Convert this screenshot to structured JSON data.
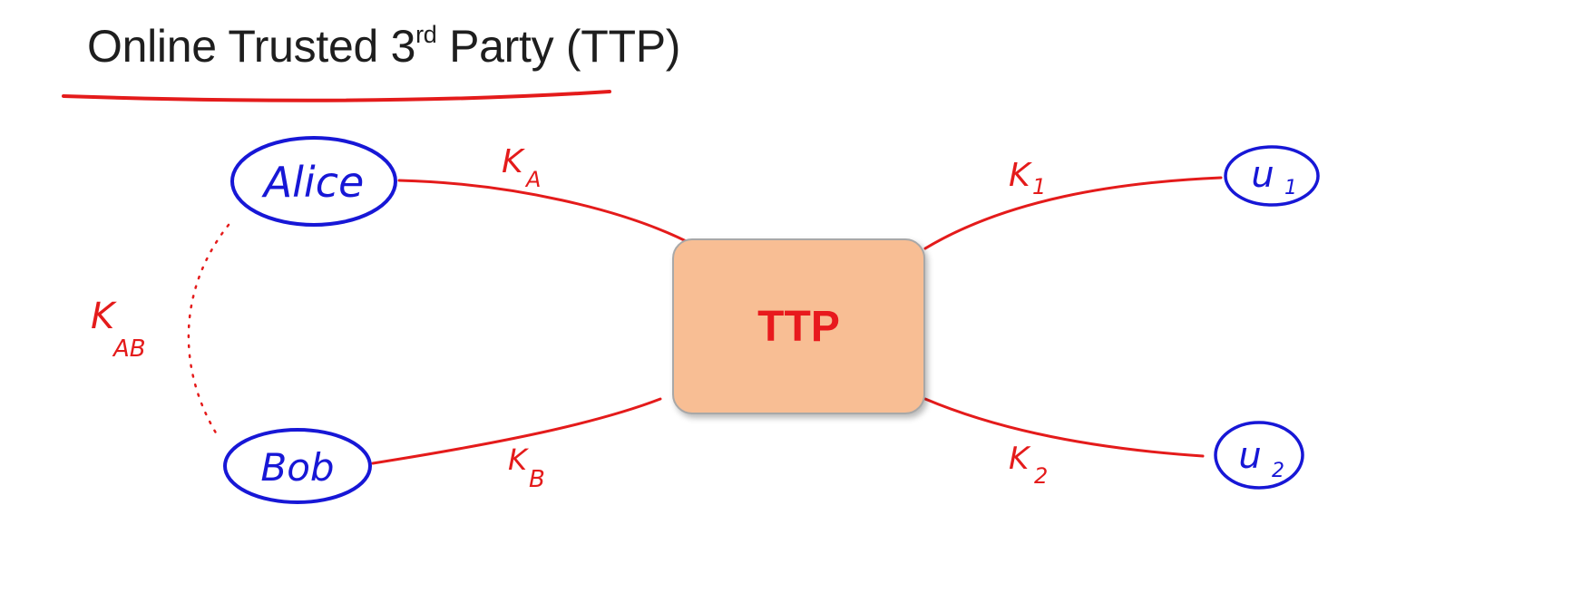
{
  "title": {
    "main": "Online Trusted 3",
    "superscript": "rd",
    "rest": " Party  (TTP)"
  },
  "diagram": {
    "center": {
      "label": "TTP"
    },
    "users": {
      "alice": "Alice",
      "bob": "Bob",
      "u1": "u",
      "u1_sub": "1",
      "u2": "u",
      "u2_sub": "2"
    },
    "keys": {
      "ka": "K",
      "ka_sub": "A",
      "kb": "K",
      "kb_sub": "B",
      "k1": "K",
      "k1_sub": "1",
      "k2": "K",
      "k2_sub": "2",
      "kab": "K",
      "kab_sub": "AB"
    }
  },
  "colors": {
    "ink_blue": "#1717d6",
    "ink_red": "#e41b1b",
    "box_fill": "#f8be94",
    "box_text": "#e8191d"
  }
}
